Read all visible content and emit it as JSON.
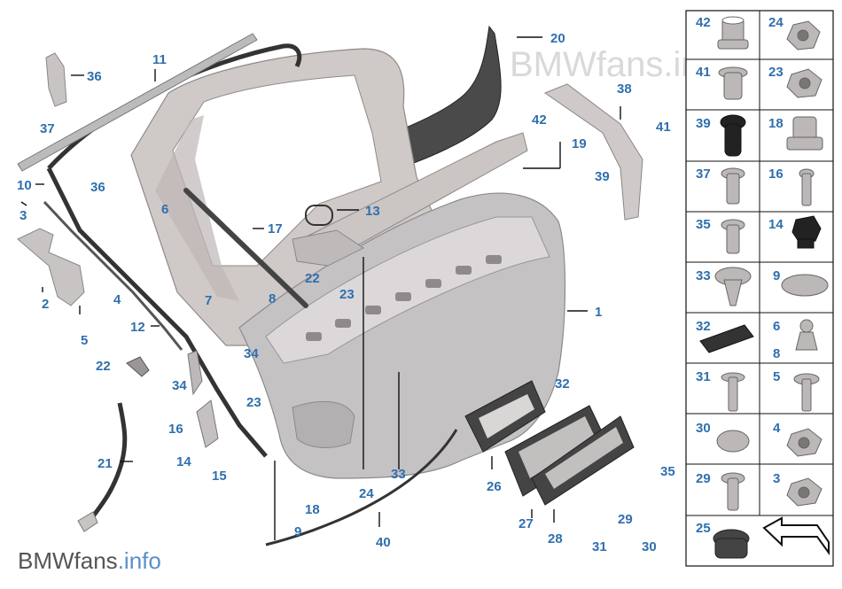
{
  "watermark": "BMWfans.info",
  "brand": {
    "main": "BMWfans",
    "suffix": ".info"
  },
  "callouts": [
    {
      "id": "20",
      "label": "20"
    },
    {
      "id": "11",
      "label": "11"
    },
    {
      "id": "36a",
      "label": "36"
    },
    {
      "id": "37",
      "label": "37"
    },
    {
      "id": "36b",
      "label": "36"
    },
    {
      "id": "10",
      "label": "10"
    },
    {
      "id": "3",
      "label": "3"
    },
    {
      "id": "6",
      "label": "6"
    },
    {
      "id": "2",
      "label": "2"
    },
    {
      "id": "4",
      "label": "4"
    },
    {
      "id": "5",
      "label": "5"
    },
    {
      "id": "7",
      "label": "7"
    },
    {
      "id": "12",
      "label": "12"
    },
    {
      "id": "22a",
      "label": "22"
    },
    {
      "id": "34a",
      "label": "34"
    },
    {
      "id": "34b",
      "label": "34"
    },
    {
      "id": "16",
      "label": "16"
    },
    {
      "id": "14",
      "label": "14"
    },
    {
      "id": "15",
      "label": "15"
    },
    {
      "id": "21",
      "label": "21"
    },
    {
      "id": "23a",
      "label": "23"
    },
    {
      "id": "17",
      "label": "17"
    },
    {
      "id": "8",
      "label": "8"
    },
    {
      "id": "13",
      "label": "13"
    },
    {
      "id": "22b",
      "label": "22"
    },
    {
      "id": "23b",
      "label": "23"
    },
    {
      "id": "42",
      "label": "42"
    },
    {
      "id": "19",
      "label": "19"
    },
    {
      "id": "38",
      "label": "38"
    },
    {
      "id": "41",
      "label": "41"
    },
    {
      "id": "39",
      "label": "39"
    },
    {
      "id": "1",
      "label": "1"
    },
    {
      "id": "32",
      "label": "32"
    },
    {
      "id": "33",
      "label": "33"
    },
    {
      "id": "26",
      "label": "26"
    },
    {
      "id": "35",
      "label": "35"
    },
    {
      "id": "24",
      "label": "24"
    },
    {
      "id": "18",
      "label": "18"
    },
    {
      "id": "9",
      "label": "9"
    },
    {
      "id": "40",
      "label": "40"
    },
    {
      "id": "27",
      "label": "27"
    },
    {
      "id": "28",
      "label": "28"
    },
    {
      "id": "29",
      "label": "29"
    },
    {
      "id": "31",
      "label": "31"
    },
    {
      "id": "30",
      "label": "30"
    }
  ],
  "parts_grid": [
    {
      "left": "42",
      "right": "24"
    },
    {
      "left": "41",
      "right": "23"
    },
    {
      "left": "39",
      "right": "18"
    },
    {
      "left": "37",
      "right": "16"
    },
    {
      "left": "35",
      "right": "14"
    },
    {
      "left": "33",
      "right": "9"
    },
    {
      "left": "32",
      "right": "6",
      "right_extra": "8"
    },
    {
      "left": "31",
      "right": "5"
    },
    {
      "left": "30",
      "right": "4"
    },
    {
      "left": "29",
      "right": "3"
    },
    {
      "left": "25",
      "right": ""
    }
  ]
}
